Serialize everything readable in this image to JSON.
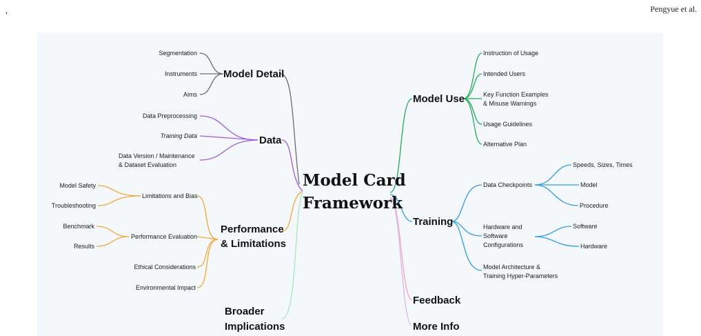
{
  "header": {
    "left_mark": ",",
    "right_text": "Pengyue et al."
  },
  "diagram": {
    "title_line1": "Model Card",
    "title_line2": "Framework",
    "left": {
      "model_detail": {
        "label": "Model Detail",
        "leaves": [
          "Segmentation",
          "Instruments",
          "Aims"
        ]
      },
      "data": {
        "label": "Data",
        "leaves": [
          "Data Preprocessing",
          "Training Data",
          "Data Version / Maintenance",
          "& Dataset Evaluation"
        ]
      },
      "performance": {
        "label_line1": "Performance",
        "label_line2": "& Limitations",
        "limitations_bias": "Limitations and Bias",
        "lb_children": [
          "Model Safety",
          "Troubleshooting"
        ],
        "performance_eval": "Performance Evaluation",
        "pe_children": [
          "Benchmark",
          "Results"
        ],
        "ethical": "Ethical Considerations",
        "environmental": "Environmental Impact"
      },
      "broader": {
        "label_line1": "Broader",
        "label_line2": "Implications"
      }
    },
    "right": {
      "model_use": {
        "label": "Model Use",
        "leaves": [
          "Instruction of Usage",
          "Intended Users",
          "Key Function Examples",
          "& Misuse Warnings",
          "Usage Guidelines",
          "Alternative Plan"
        ]
      },
      "training": {
        "label": "Training",
        "data_checkpoints": "Data Checkpoints",
        "dc_children": [
          "Speeds, Sizes, Times",
          "Model",
          "Procedure"
        ],
        "hardware_software": [
          "Hardware and",
          "Software",
          "Configurations"
        ],
        "hs_children": [
          "Software",
          "Hardware"
        ],
        "architecture": [
          "Model Architecture &",
          "Training Hyper-Parameters"
        ]
      },
      "feedback": {
        "label": "Feedback"
      },
      "more_info": {
        "label": "More Info"
      }
    }
  }
}
